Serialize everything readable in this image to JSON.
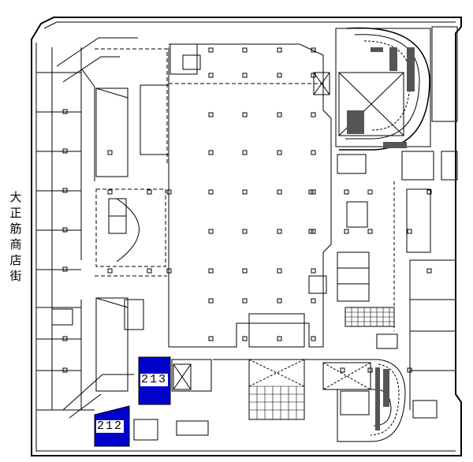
{
  "street_label": "大正筋商店街",
  "highlighted_units": [
    {
      "label": "213",
      "color": "#0000cc"
    },
    {
      "label": "212",
      "color": "#0000cc"
    }
  ]
}
